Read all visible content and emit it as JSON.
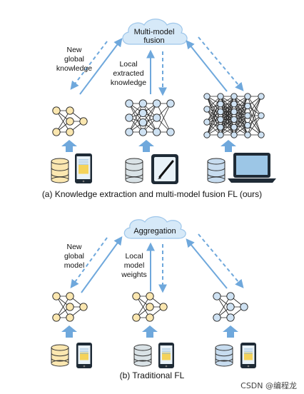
{
  "top": {
    "cloud_label_line1": "Multi-model",
    "cloud_label_line2": "fusion",
    "down_label": [
      "New",
      "global",
      "knowledge"
    ],
    "up_label": [
      "Local",
      "extracted",
      "knowledge"
    ],
    "caption": "(a) Knowledge extraction and multi-model fusion FL (ours)"
  },
  "bottom": {
    "cloud_label": "Aggregation",
    "down_label": [
      "New",
      "global",
      "model"
    ],
    "up_label": [
      "Local",
      "model",
      "weights"
    ],
    "caption": "(b) Traditional FL"
  },
  "watermark": "CSDN @编程龙",
  "colors": {
    "arrow": "#6fa8dc",
    "cloud": "#d6e9f8",
    "cloud_stroke": "#9ec6ea",
    "node_yellow": "#fbe7b0",
    "node_blue": "#cfe2f3",
    "db_yellow": "#fbe7b0",
    "db_gray": "#d9e2e6",
    "db_blue": "#c7dcef"
  }
}
